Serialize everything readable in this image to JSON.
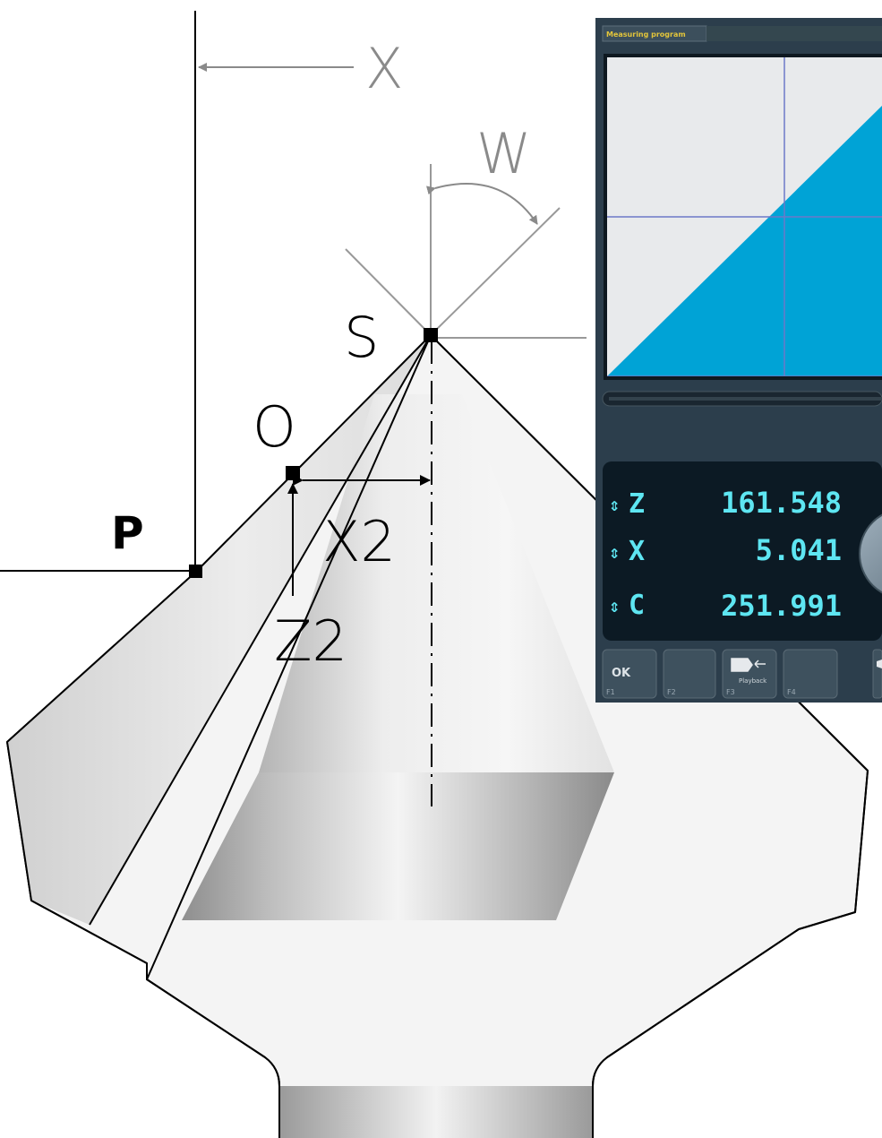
{
  "drawing": {
    "labels": {
      "x": "X",
      "w": "W",
      "s": "S",
      "o": "O",
      "p": "P",
      "x2": "X2",
      "z2": "Z2"
    }
  },
  "panel": {
    "tab_title": "Measuring program",
    "readouts": [
      {
        "axis": "Z",
        "value": "161.548"
      },
      {
        "axis": "X",
        "value": "5.041"
      },
      {
        "axis": "C",
        "value": "251.991"
      }
    ],
    "softkeys": [
      {
        "caption": "F1",
        "icon": "ok-icon",
        "text": "OK"
      },
      {
        "caption": "F2",
        "icon": "",
        "text": ""
      },
      {
        "caption": "F3",
        "icon": "playback-icon",
        "text": "Playback"
      },
      {
        "caption": "F4",
        "icon": "",
        "text": ""
      },
      {
        "caption": "",
        "icon": "partial-key-icon",
        "text": ""
      }
    ],
    "colors": {
      "panel_bg": "#2c3e4c",
      "display_bg": "#0c1a24",
      "readout_text": "#5ee6f2",
      "viewer_fill": "#00a3d6",
      "viewer_bg": "#e8eaec",
      "crosshair": "#6c79c8"
    }
  }
}
